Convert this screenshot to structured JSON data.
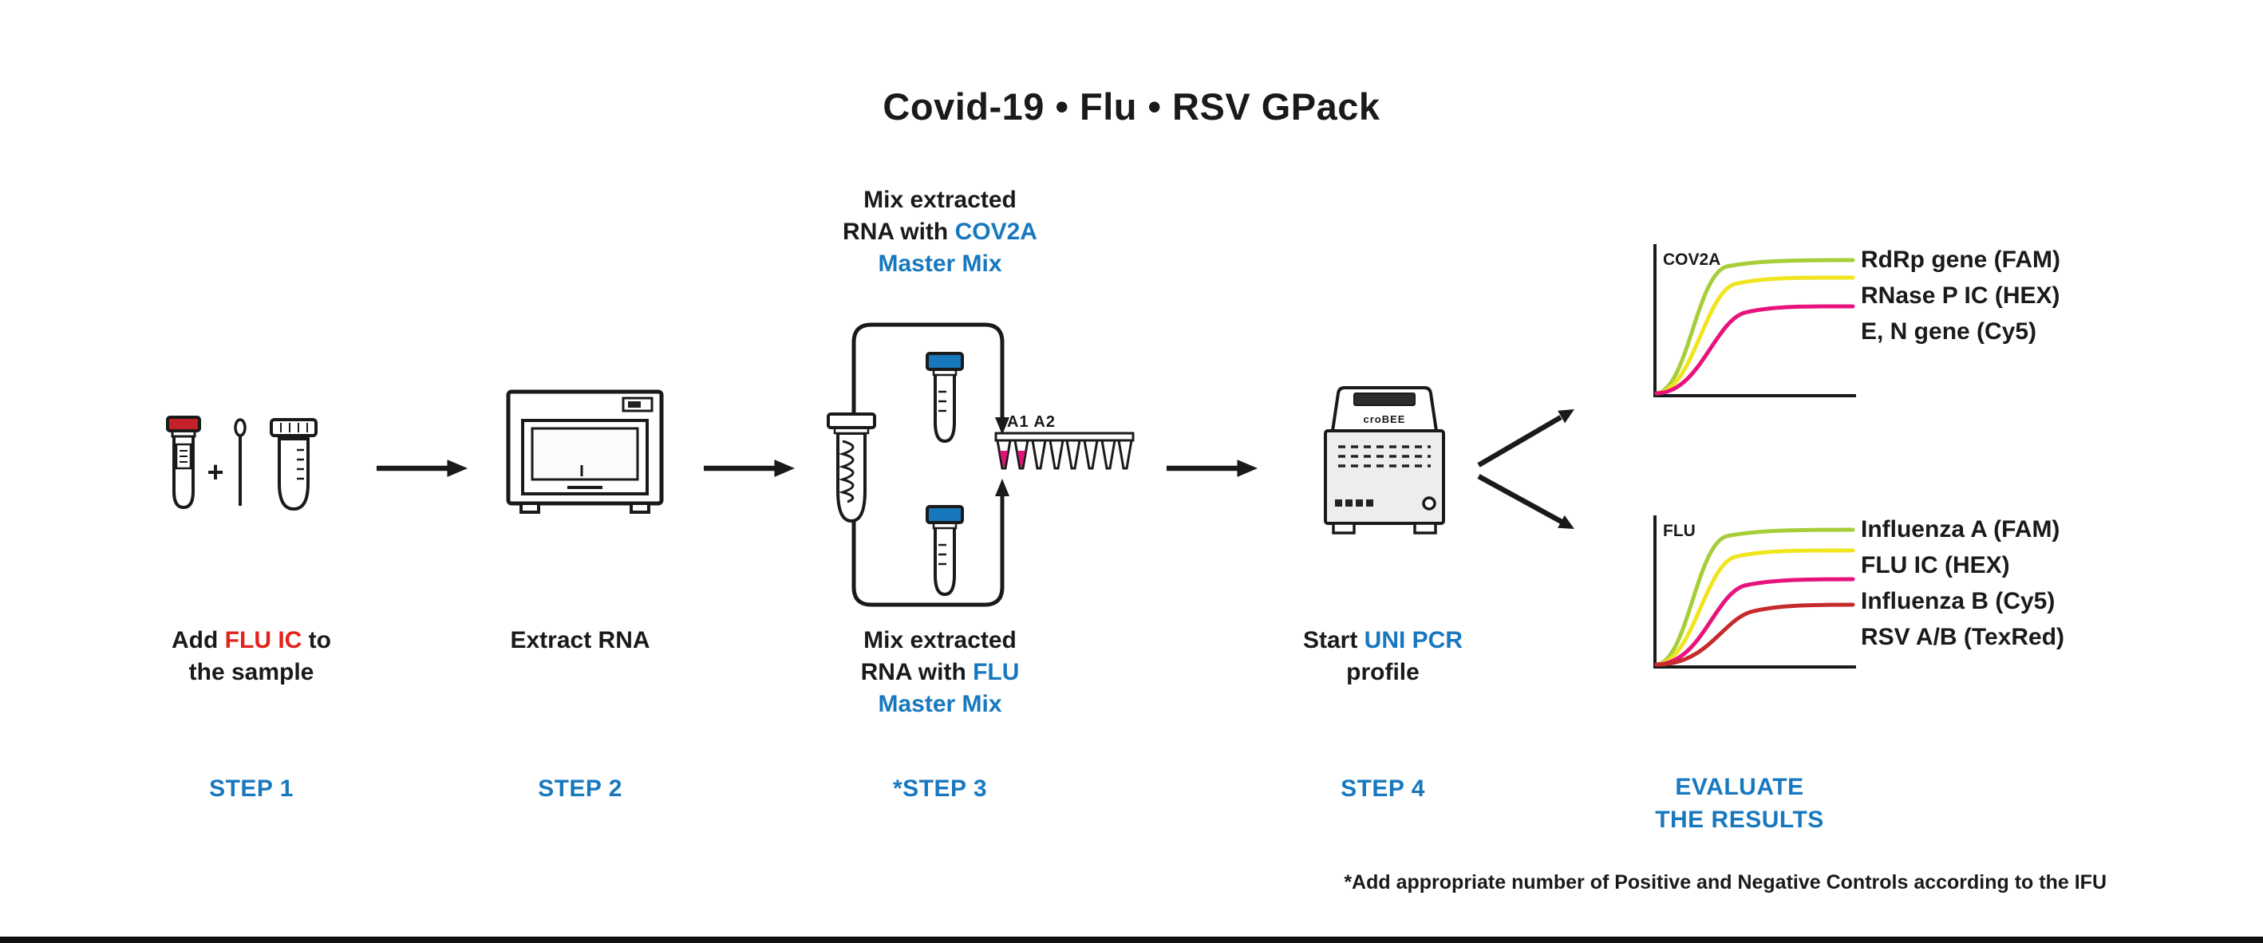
{
  "title": "Covid-19 • Flu • RSV GPack",
  "colors": {
    "ink": "#231f20",
    "accent_blue": "#1878be",
    "accent_red": "#e2231a",
    "cap_red": "#c6202a",
    "cap_blue": "#1878be",
    "well_fill": "#e0137b"
  },
  "steps": {
    "step1": {
      "label": "STEP 1",
      "plus": "+",
      "caption": {
        "pre": "Add ",
        "highlight": "FLU IC",
        "post": " to",
        "line2": "the sample"
      }
    },
    "step2": {
      "label": "STEP 2",
      "caption": "Extract RNA"
    },
    "step3": {
      "label": "*STEP 3",
      "strip_label": "A1 A2",
      "top_caption": {
        "line1": "Mix extracted",
        "line2_pre": "RNA with ",
        "line2_highlight": "COV2A",
        "line3": "Master Mix"
      },
      "bottom_caption": {
        "line1": "Mix extracted",
        "line2_pre": "RNA with ",
        "line2_highlight": "FLU",
        "line3": "Master Mix"
      }
    },
    "step4": {
      "label": "STEP 4",
      "machine_label": "croBEE",
      "caption": {
        "pre": "Start ",
        "highlight": "UNI PCR",
        "line2": "profile"
      }
    },
    "evaluate": {
      "label_line1": "EVALUATE",
      "label_line2": "THE RESULTS"
    }
  },
  "chart_data": [
    {
      "type": "line",
      "title": "COV2A",
      "curve_shape": "sigmoid qPCR amplification curves, unlabeled axes",
      "legend_position": "right",
      "series": [
        {
          "name": "RdRp gene (FAM)",
          "color": "#a6ce39"
        },
        {
          "name": "RNase P IC (HEX)",
          "color": "#f0e51e"
        },
        {
          "name": "E, N gene (Cy5)",
          "color": "#e8127c"
        }
      ]
    },
    {
      "type": "line",
      "title": "FLU",
      "curve_shape": "sigmoid qPCR amplification curves, unlabeled axes",
      "legend_position": "right",
      "series": [
        {
          "name": "Influenza A (FAM)",
          "color": "#a6ce39"
        },
        {
          "name": "FLU IC (HEX)",
          "color": "#f0e51e"
        },
        {
          "name": "Influenza B (Cy5)",
          "color": "#e8127c"
        },
        {
          "name": "RSV A/B (TexRed)",
          "color": "#c62a2c"
        }
      ]
    }
  ],
  "footnote": "*Add appropriate number of Positive and Negative Controls according to the IFU"
}
